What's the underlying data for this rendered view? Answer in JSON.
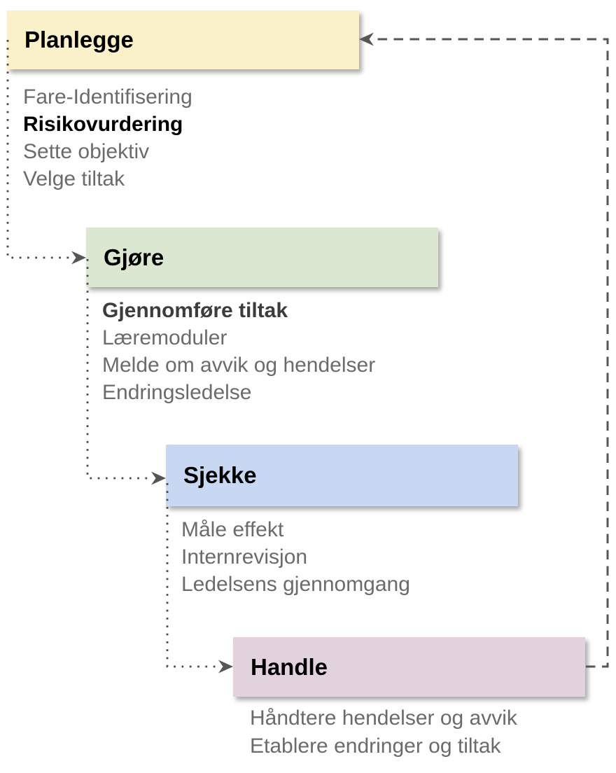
{
  "diagram_type": "PDCA-flowchart",
  "stages": [
    {
      "title": "Planlegge",
      "fill": "#FAF0CA",
      "items": [
        {
          "label": "Fare-Identifisering",
          "emphasis": false
        },
        {
          "label": "Risikovurdering",
          "emphasis": true
        },
        {
          "label": "Sette objektiv",
          "emphasis": false
        },
        {
          "label": "Velge tiltak",
          "emphasis": false
        }
      ]
    },
    {
      "title": "Gjøre",
      "fill": "#DCE7D2",
      "items": [
        {
          "label": "Gjennomføre tiltak",
          "emphasis": true
        },
        {
          "label": "Læremoduler",
          "emphasis": false
        },
        {
          "label": "Melde om avvik og hendelser",
          "emphasis": false
        },
        {
          "label": "Endringsledelse",
          "emphasis": false
        }
      ]
    },
    {
      "title": "Sjekke",
      "fill": "#C9D8F2",
      "items": [
        {
          "label": "Måle effekt",
          "emphasis": false
        },
        {
          "label": "Internrevisjon",
          "emphasis": false
        },
        {
          "label": "Ledelsens gjennomgang",
          "emphasis": false
        }
      ]
    },
    {
      "title": "Handle",
      "fill": "#E2D2DE",
      "items": [
        {
          "label": "Håndtere hendelser og avvik",
          "emphasis": false
        },
        {
          "label": "Etablere endringer og tiltak",
          "emphasis": false
        }
      ]
    }
  ],
  "connectors": [
    {
      "from": "Planlegge",
      "to": "Gjøre",
      "style": "dotted"
    },
    {
      "from": "Gjøre",
      "to": "Sjekke",
      "style": "dotted"
    },
    {
      "from": "Sjekke",
      "to": "Handle",
      "style": "dotted"
    },
    {
      "from": "Handle",
      "to": "Planlegge",
      "style": "dashed"
    }
  ],
  "colors": {
    "dotted_line": "#484848",
    "dashed_line": "#565656",
    "list_text": "#6B6B6B",
    "title_text": "#000000"
  }
}
